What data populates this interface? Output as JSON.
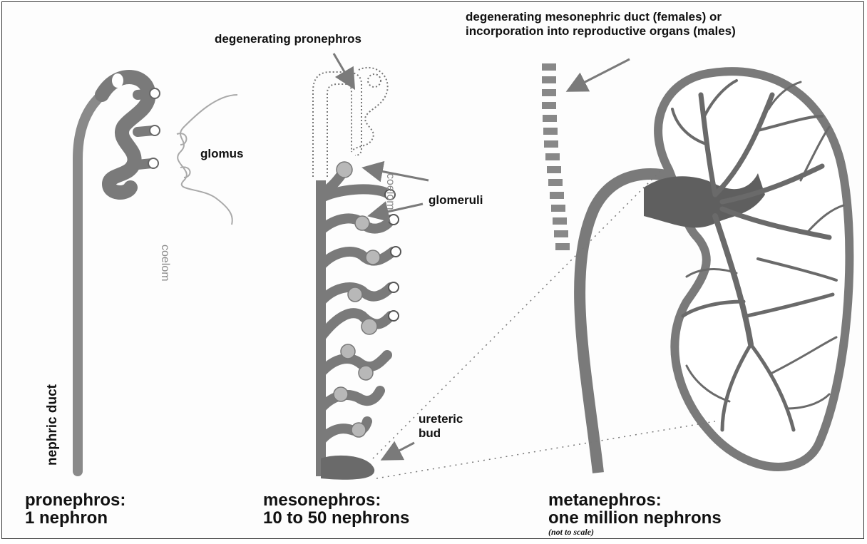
{
  "labels": {
    "degenerating_pronephros": "degenerating pronephros",
    "degenerating_mesonephric_line1": "degenerating mesonephric duct (females) or",
    "degenerating_mesonephric_line2": "incorporation into reproductive organs (males)",
    "glomus": "glomus",
    "glomeruli": "glomeruli",
    "coelom": "coelom",
    "nephric_duct": "nephric duct",
    "ureteric_bud_line1": "ureteric",
    "ureteric_bud_line2": "bud"
  },
  "stages": [
    {
      "name": "pronephros:",
      "count": "1 nephron",
      "note": ""
    },
    {
      "name": "mesonephros:",
      "count": "10 to 50 nephrons",
      "note": ""
    },
    {
      "name": "metanephros:",
      "count": "one million nephrons",
      "note": "(not to scale)"
    }
  ],
  "colors": {
    "tissue": "#7a7a7a",
    "tissue_dark": "#5a5a5a",
    "outline_light": "#9a9a9a",
    "text": "#111111"
  }
}
